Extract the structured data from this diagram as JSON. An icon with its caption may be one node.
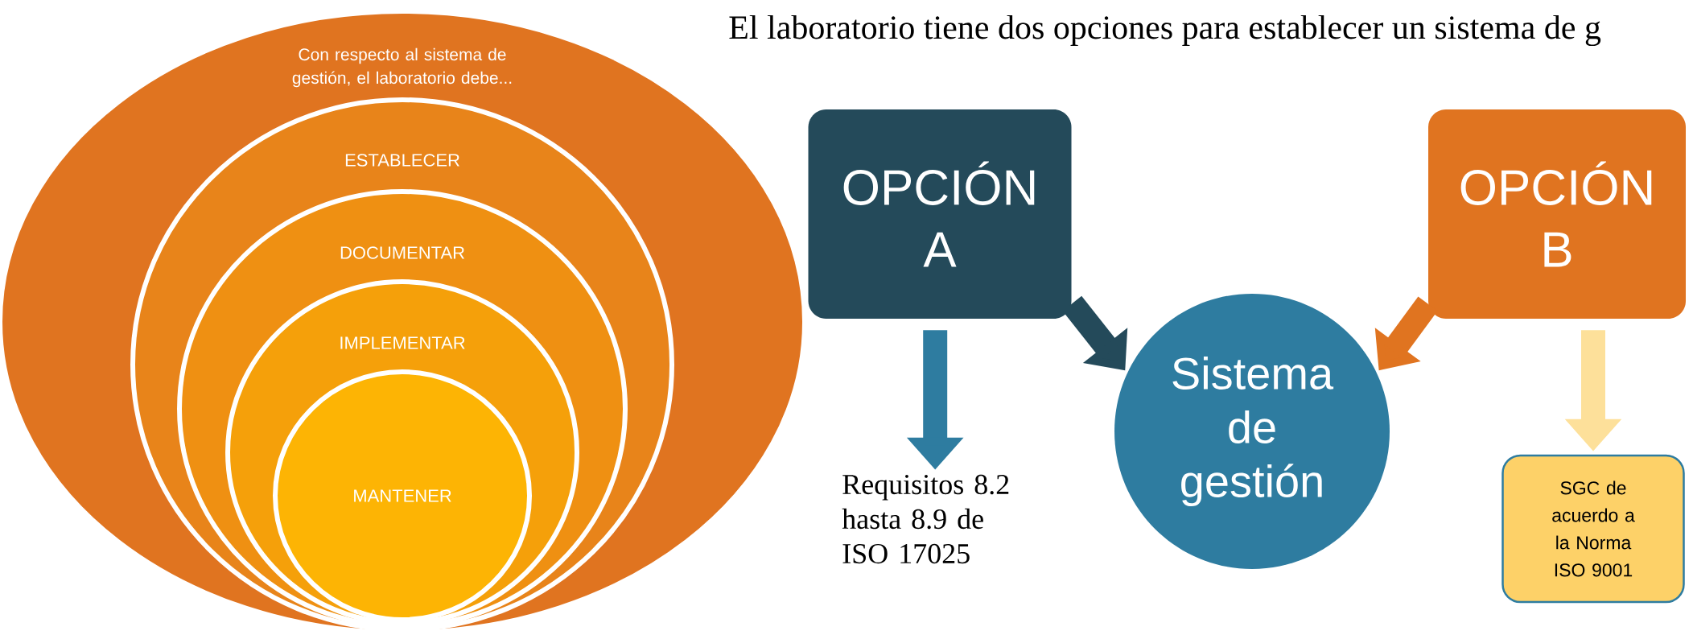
{
  "diagram": {
    "title": "El laboratorio tiene dos opciones para establecer un sistema de g",
    "nodes": [
      {
        "text": [
          "Con respecto al sistema de gestión, el laboratorio debe..."
        ]
      },
      {
        "text": [
          "ESTABLECER"
        ],
        "in": 0
      },
      {
        "text": [
          "DOCUMENTAR"
        ],
        "in": 1
      },
      {
        "text": [
          "IMPLEMENTAR"
        ],
        "in": 2
      },
      {
        "text": [
          "MANTENER"
        ],
        "in": 3
      },
      {
        "text": [
          "OPCIÓN A"
        ]
      },
      {
        "text": [
          "Sistema de gestión"
        ]
      },
      {
        "text": [
          "OPCIÓN B"
        ]
      },
      {
        "text": [
          "Requisitos 8.2 hasta 8.9 de ISO 17025"
        ]
      },
      {
        "text": [
          "SGC de acuerdo a  la Norma ISO 9001"
        ]
      }
    ],
    "edges": [
      {
        "from": 5,
        "to": 6,
        "arrow": "to",
        "color": "#244a5a"
      },
      {
        "from": 7,
        "to": 6,
        "arrow": "to",
        "color": "#e07420"
      },
      {
        "from": 5,
        "to": 8,
        "arrow": "to",
        "color": "#2e7ca0"
      },
      {
        "from": 7,
        "to": 9,
        "arrow": "to",
        "color": "#fde09a"
      }
    ]
  }
}
